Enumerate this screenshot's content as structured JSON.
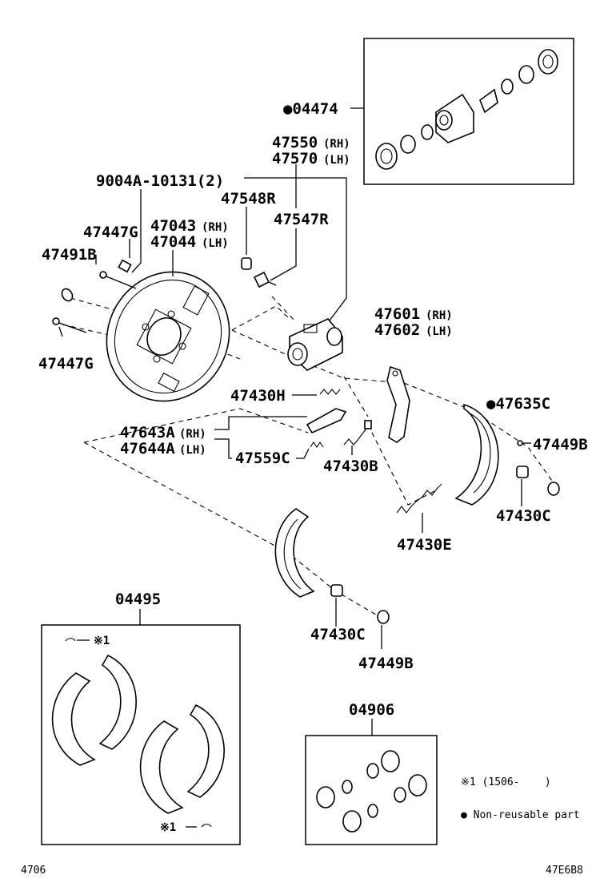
{
  "labels": {
    "p04474": "●04474",
    "p47550": "47550",
    "p47550_side": "(RH)",
    "p47570": "47570",
    "p47570_side": "(LH)",
    "p9004a": "9004A-10131(2)",
    "p47548r": "47548R",
    "p47547r": "47547R",
    "p47447g_top": "47447G",
    "p47043": "47043",
    "p47043_side": "(RH)",
    "p47044": "47044",
    "p47044_side": "(LH)",
    "p47491b": "47491B",
    "p47447g_bottom": "47447G",
    "p47601": "47601",
    "p47601_side": "(RH)",
    "p47602": "47602",
    "p47602_side": "(LH)",
    "p47430h": "47430H",
    "p47635c": "●47635C",
    "p47643a": "47643A",
    "p47643a_side": "(RH)",
    "p47644a": "47644A",
    "p47644a_side": "(LH)",
    "p47449b_right": "47449B",
    "p47559c": "47559C",
    "p47430b": "47430B",
    "p47430c_right": "47430C",
    "p47430e": "47430E",
    "p04495": "04495",
    "p47430c_bottom": "47430C",
    "p47449b_bottom": "47449B",
    "note1_top": "※1",
    "note1_bottom": "※1",
    "p04906": "04906"
  },
  "legend": {
    "note1": "※1 (1506-    )",
    "nonreusable": "● Non-reusable part"
  },
  "footer": {
    "left_code": "4706",
    "right_code": "47E6B8"
  }
}
